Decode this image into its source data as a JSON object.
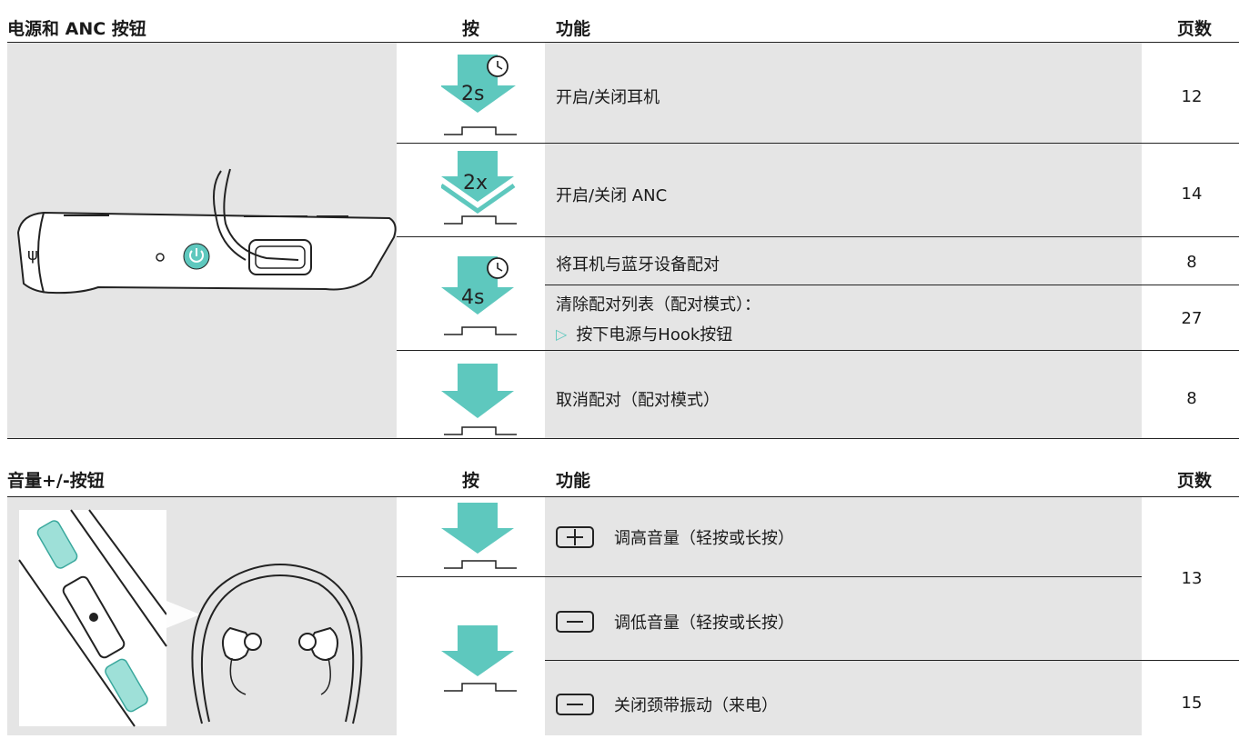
{
  "section1": {
    "title": "电源和 ANC 按钮",
    "col_press": "按",
    "col_function": "功能",
    "col_page": "页数",
    "rows": [
      {
        "press": "2s",
        "function": "开启/关闭耳机",
        "page": "12"
      },
      {
        "press": "2x",
        "function": "开启/关闭 ANC",
        "page": "14"
      },
      {
        "press": "4s",
        "function": "将耳机与蓝牙设备配对",
        "page": "8"
      },
      {
        "press": "",
        "function": "清除配对列表（配对模式）：",
        "sub": "按下电源与Hook按钮",
        "page": "27"
      },
      {
        "press": "",
        "function": "取消配对（配对模式）",
        "page": "8"
      }
    ]
  },
  "section2": {
    "title": "音量+/-按钮",
    "col_press": "按",
    "col_function": "功能",
    "col_page": "页数",
    "rows": [
      {
        "key": "+",
        "function": "调高音量（轻按或长按）"
      },
      {
        "key": "−",
        "function": "调低音量（轻按或长按）"
      },
      {
        "key": "−",
        "function": "关闭颈带振动（来电）",
        "page": "15"
      }
    ],
    "shared_page": "13"
  },
  "colors": {
    "accent": "#5ec8be",
    "gray": "#e5e5e5"
  }
}
